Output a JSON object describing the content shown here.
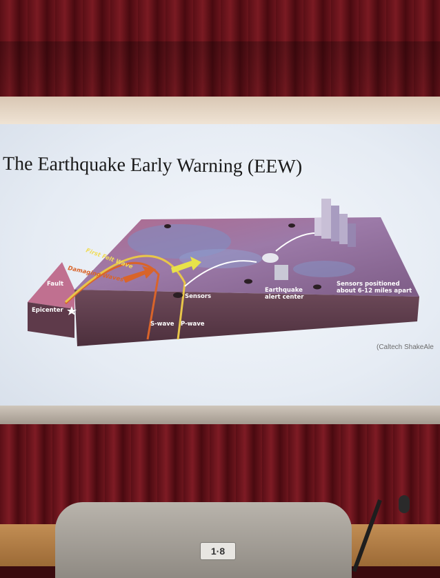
{
  "slide": {
    "title": "The Earthquake Early Warning (EEW)",
    "caption": "(Caltech ShakeAle"
  },
  "diagram": {
    "labels": {
      "first_felt_wave": "First Felt Wave",
      "damaging_waves": "Damaging Waves",
      "fault": "Fault",
      "epicenter": "Epicenter",
      "sensors": "Sensors",
      "s_wave": "S-wave",
      "p_wave": "P-wave",
      "alert_center_line1": "Earthquake",
      "alert_center_line2": "alert center",
      "sensors_positioned_line1": "Sensors positioned",
      "sensors_positioned_line2": "about 6-12 miles apart"
    },
    "colors": {
      "terrain": "#8a5a7a",
      "terrain_side": "#5c3a4a",
      "first_felt_wave": "#e8c64a",
      "damaging_waves": "#d9642a"
    }
  },
  "room": {
    "seat_number": "1·8"
  }
}
